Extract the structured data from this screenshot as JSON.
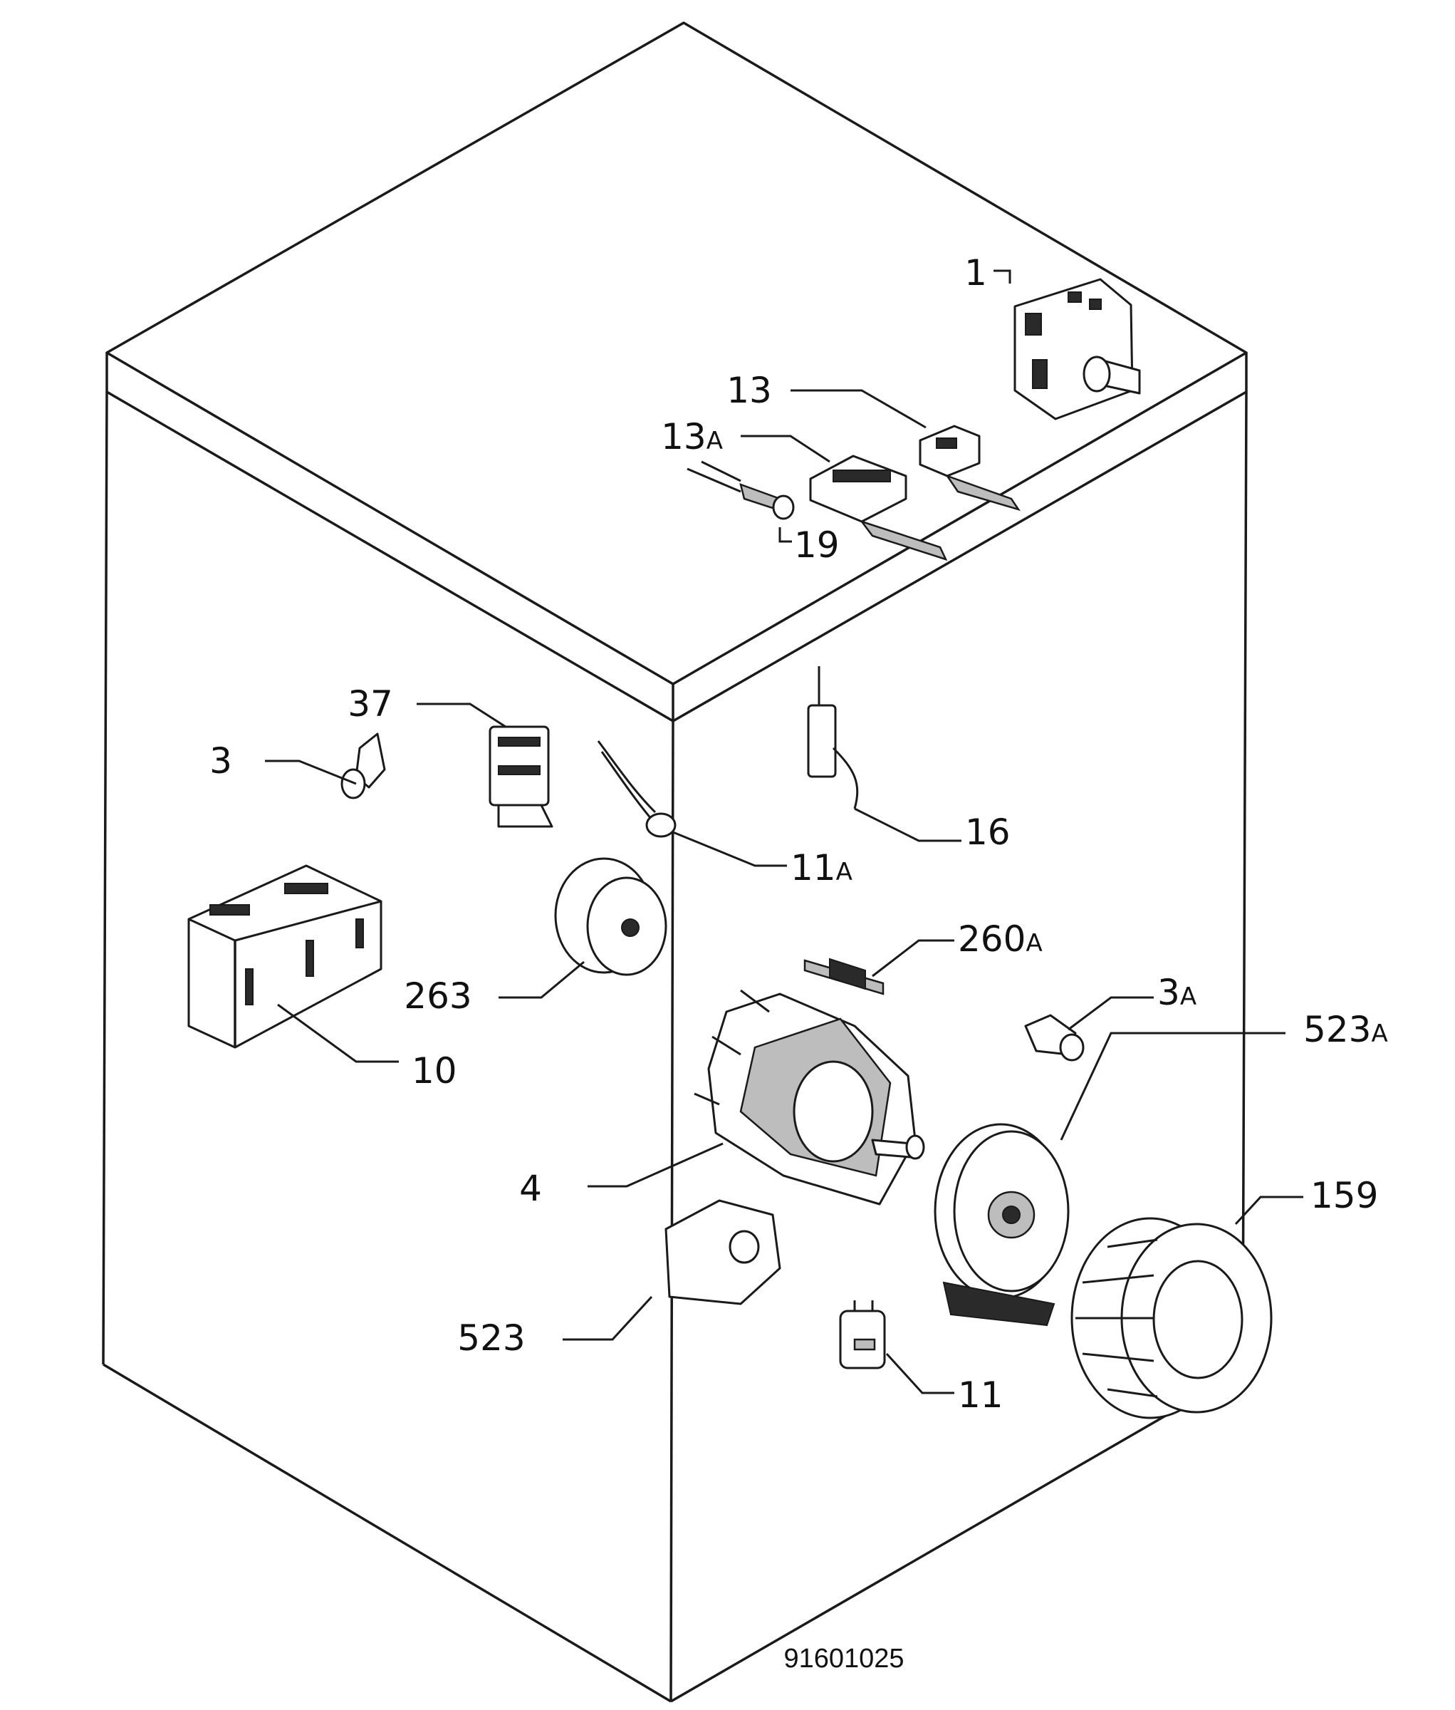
{
  "diagram": {
    "callouts": {
      "c1": "1",
      "c13": "13",
      "c13a_num": "13",
      "c13a_suf": "A",
      "c19": "19",
      "c37": "37",
      "c3": "3",
      "c16": "16",
      "c11a_num": "11",
      "c11a_suf": "A",
      "c260a_num": "260",
      "c260a_suf": "A",
      "c263": "263",
      "c3a_num": "3",
      "c3a_suf": "A",
      "c10": "10",
      "c523a_num": "523",
      "c523a_suf": "A",
      "c4": "4",
      "c159": "159",
      "c523": "523",
      "c11": "11"
    },
    "figure_number": "91601025"
  },
  "colors": {
    "line": "#1a1a1a",
    "background": "#ffffff"
  }
}
